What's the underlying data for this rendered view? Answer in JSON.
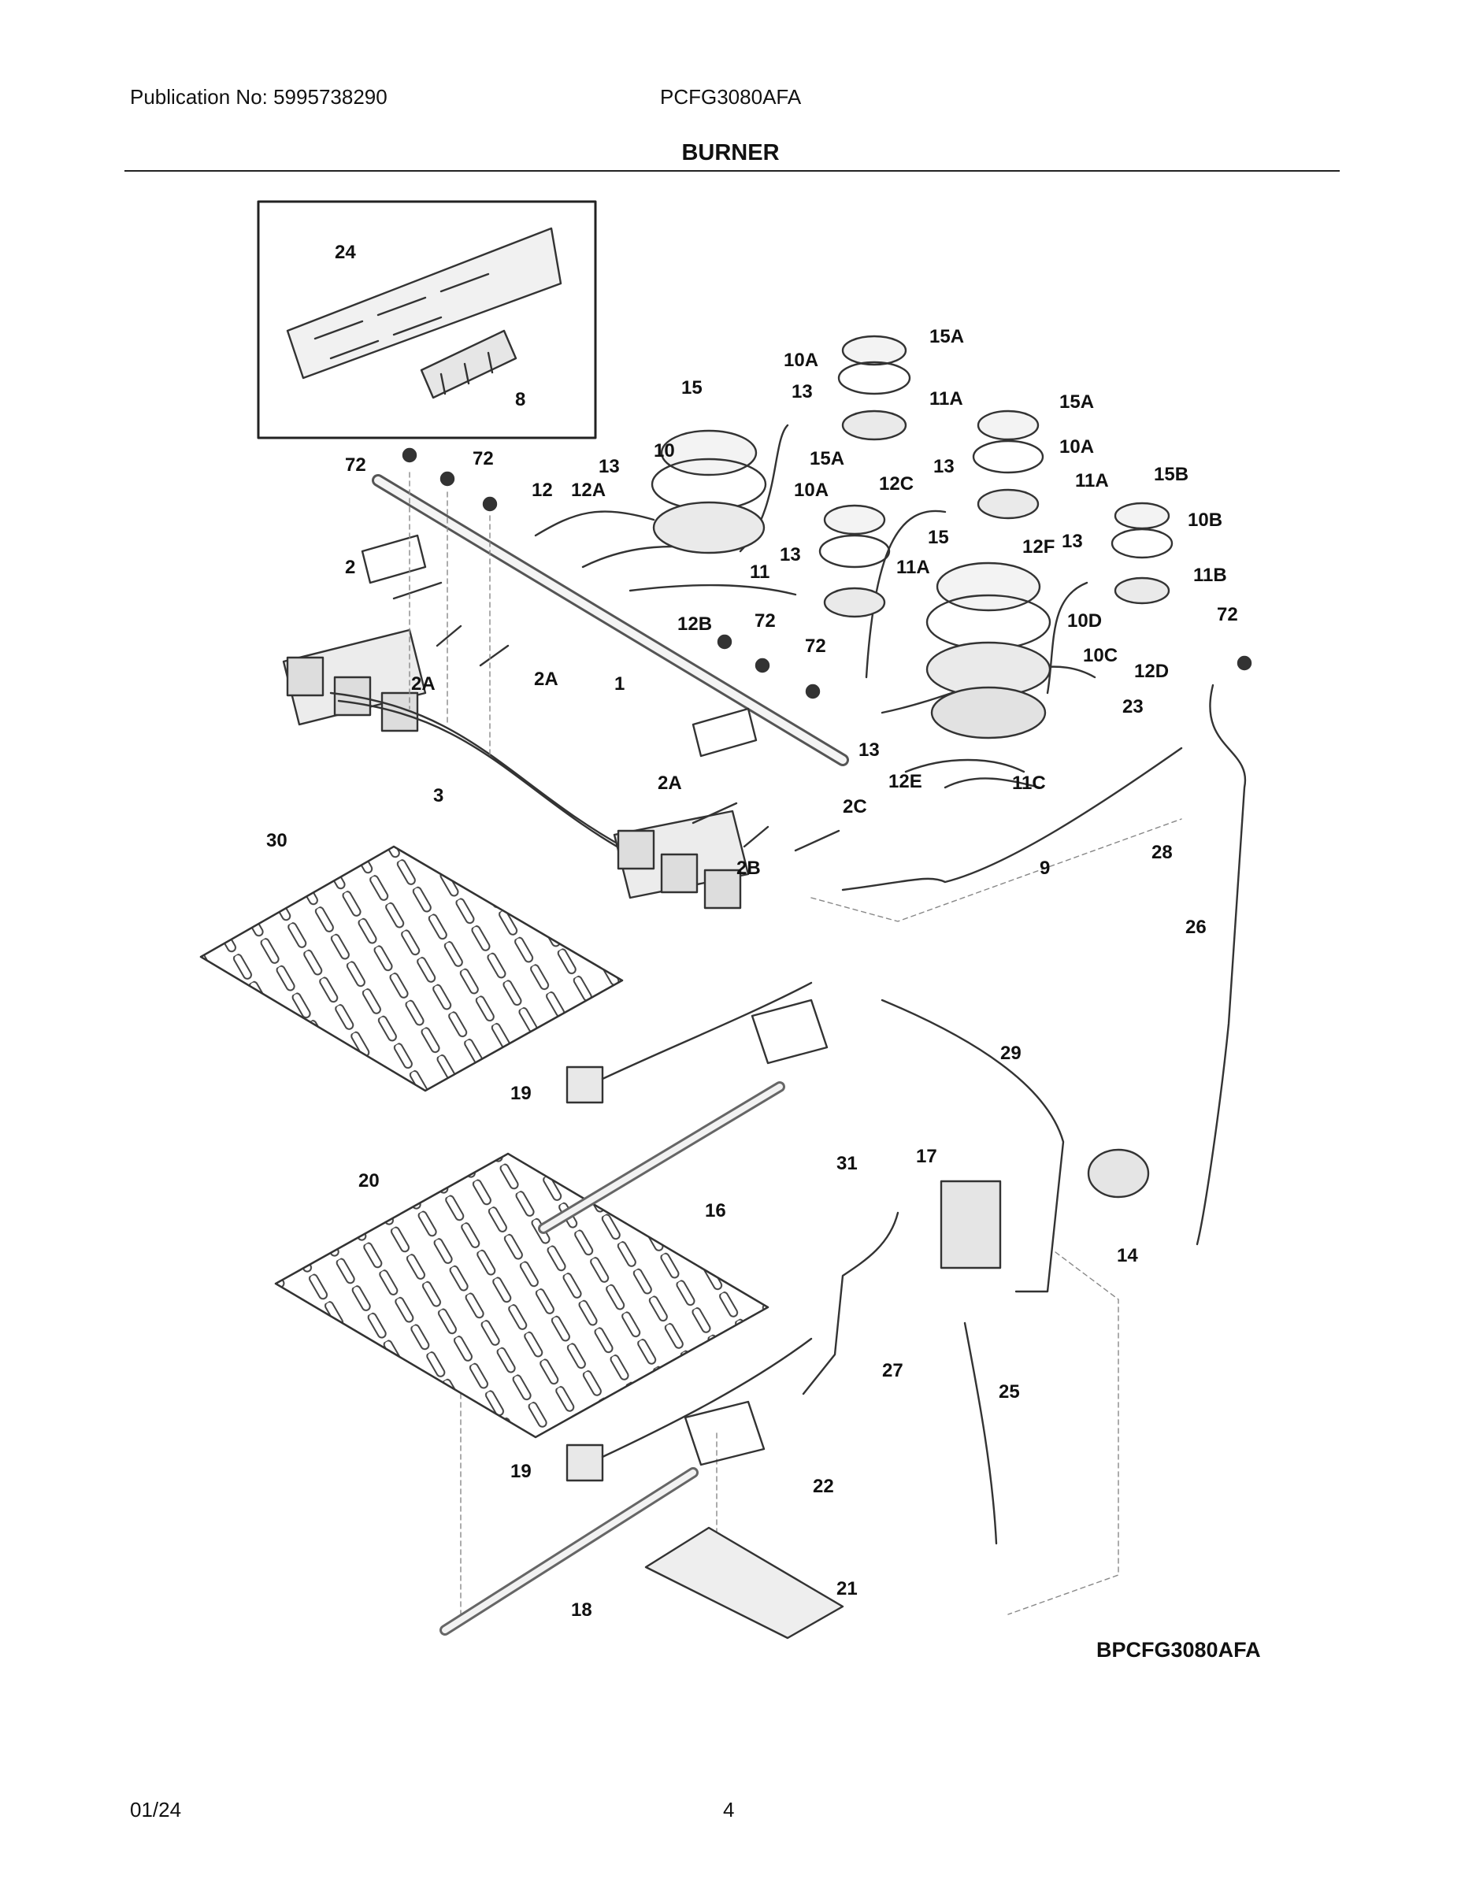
{
  "header": {
    "publication": "Publication No: 5995738290",
    "model": "PCFG3080AFA",
    "title": "BURNER"
  },
  "diagram": {
    "code": "BPCFG3080AFA",
    "callouts": [
      "24",
      "8",
      "72",
      "72",
      "12",
      "12A",
      "13",
      "10",
      "15",
      "10A",
      "13",
      "15A",
      "11A",
      "15A",
      "10A",
      "13",
      "11A",
      "15B",
      "10B",
      "12C",
      "15A",
      "10A",
      "13",
      "11A",
      "15",
      "12F",
      "13",
      "11B",
      "2",
      "11",
      "12B",
      "72",
      "72",
      "10D",
      "10C",
      "12D",
      "72",
      "2A",
      "2A",
      "1",
      "3",
      "13",
      "23",
      "12E",
      "11C",
      "2A",
      "2C",
      "2B",
      "28",
      "9",
      "30",
      "26",
      "29",
      "19",
      "31",
      "17",
      "14",
      "20",
      "16",
      "27",
      "25",
      "19",
      "22",
      "18",
      "21"
    ]
  },
  "footer": {
    "date": "01/24",
    "page": "4"
  }
}
